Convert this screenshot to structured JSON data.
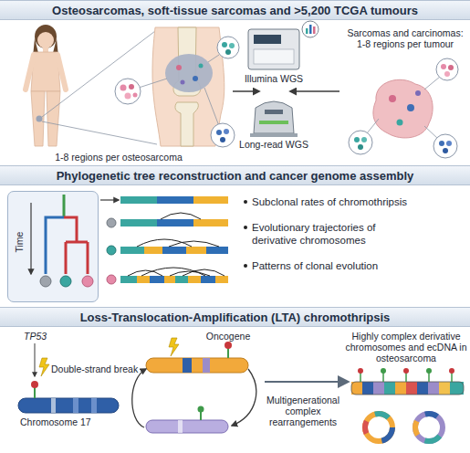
{
  "diagram": {
    "nodes": [
      {
        "text": [
          "Osteosarcomas, soft-tissue sarcomas and >5,200 TCGA tumours"
        ]
      },
      {
        "text": [
          "Phylogenetic tree reconstruction and cancer genome assembly"
        ]
      },
      {
        "text": [
          "Loss-Translocation-Amplification (LTA) chromothripsis"
        ]
      },
      {
        "text": [
          "Time"
        ]
      }
    ],
    "labels": [
      "1-8 regions per osteosarcoma",
      "Illumina WGS",
      "Long-read WGS",
      "Sarcomas and carcinomas: 1-8 regions per tumour",
      "Subclonal rates of chromothripsis",
      "Evolutionary trajectories of derivative chromosomes",
      "Patterns of clonal evolution",
      "TP53",
      "Double-strand break",
      "Oncogene",
      "Chromosome 17",
      "Multigenerational complex rearrangements",
      "Highly complex derivative chromosomes and ecDNA in osteosarcoma"
    ]
  }
}
